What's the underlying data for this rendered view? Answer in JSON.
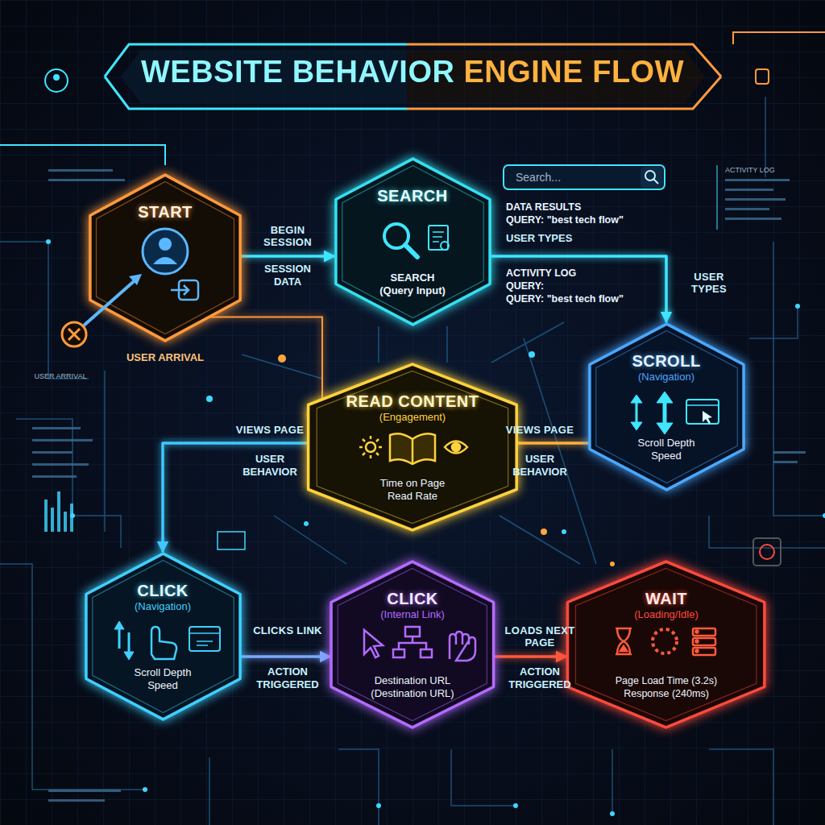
{
  "diagram": {
    "title": "WEBSITE BEHAVIOR ENGINE FLOW",
    "nodes": [
      {
        "text": [
          "START"
        ]
      },
      {
        "text": [
          "SEARCH",
          "SEARCH (Query Input)"
        ]
      },
      {
        "text": [
          "SCROLL",
          "(Navigation)",
          "Scroll Depth Speed"
        ]
      },
      {
        "text": [
          "READ CONTENT",
          "(Engagement)",
          "Time on Page Read Rate"
        ]
      },
      {
        "text": [
          "CLICK",
          "(Navigation)",
          "Scroll Depth Speed"
        ]
      },
      {
        "text": [
          "CLICK",
          "(Internal Link)",
          "Destination URL (Destination URL)"
        ]
      },
      {
        "text": [
          "WAIT",
          "(Loading/Idle)",
          "Page Load Time (3.2s) Response (240ms)"
        ]
      }
    ],
    "edges": [
      {
        "from": 0,
        "to": 1,
        "label": "BEGIN SESSION",
        "arrow": "to"
      },
      {
        "from": 1,
        "to": 2,
        "label": "USER TYPES",
        "arrow": "to"
      },
      {
        "from": 2,
        "to": 3,
        "label": "VIEWS PAGE",
        "arrow": "to"
      },
      {
        "from": 3,
        "to": 4,
        "label": "VIEWS PAGE",
        "arrow": "to"
      },
      {
        "from": 4,
        "to": 5,
        "label": "CLICKS LINK",
        "arrow": "to"
      },
      {
        "from": 5,
        "to": 6,
        "label": "LOADS NEXT PAGE",
        "arrow": "to"
      },
      {
        "from": 0,
        "to": 3,
        "arrow": "to"
      }
    ],
    "labels": [
      "SESSION DATA",
      "USER ARRIVAL",
      "USER ARRIVAL",
      "Search...",
      "DATA RESULTS",
      "QUERY: \"best tech flow\"",
      "USER TYPES",
      "ACTIVITY LOG",
      "QUERY:",
      "QUERY: \"best tech flow\"",
      "USER BEHAVIOR",
      "USER BEHAVIOR",
      "ACTION TRIGGERED",
      "ACTION TRIGGERED",
      "ACTIVITY LOG"
    ]
  }
}
